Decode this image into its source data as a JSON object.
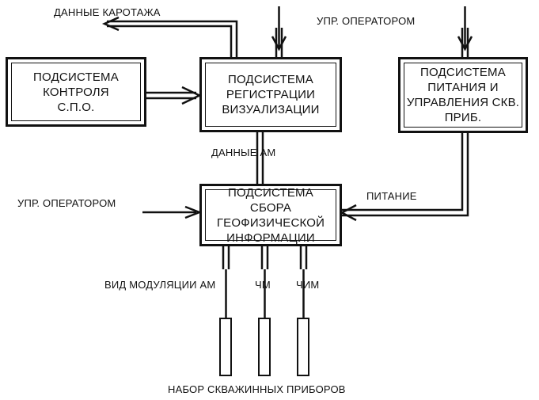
{
  "blocks": {
    "control": "ПОДСИСТЕМА\nКОНТРОЛЯ\nС.П.О.",
    "registration": "ПОДСИСТЕМА\nРЕГИСТРАЦИИ\nВИЗУАЛИЗАЦИИ",
    "power": "ПОДСИСТЕМА\nПИТАНИЯ И\nУПРАВЛЕНИЯ СКВ.\nПРИБ.",
    "acquisition": "ПОДСИСТЕМА СБОРА\nГЕОФИЗИЧЕСКОЙ\nИНФОРМАЦИИ"
  },
  "labels": {
    "logging_data": "ДАННЫЕ КАРОТАЖА",
    "operator_control_top": "УПР. ОПЕРАТОРОМ",
    "am_data": "ДАННЫЕ АМ",
    "operator_control_left": "УПР. ОПЕРАТОРОМ",
    "power_supply": "ПИТАНИЕ",
    "modulation_type": "ВИД МОДУЛЯЦИИ АМ",
    "fm": "ЧМ",
    "pfm": "ЧИМ",
    "probe_set": "НАБОР СКВАЖИННЫХ ПРИБОРОВ"
  }
}
